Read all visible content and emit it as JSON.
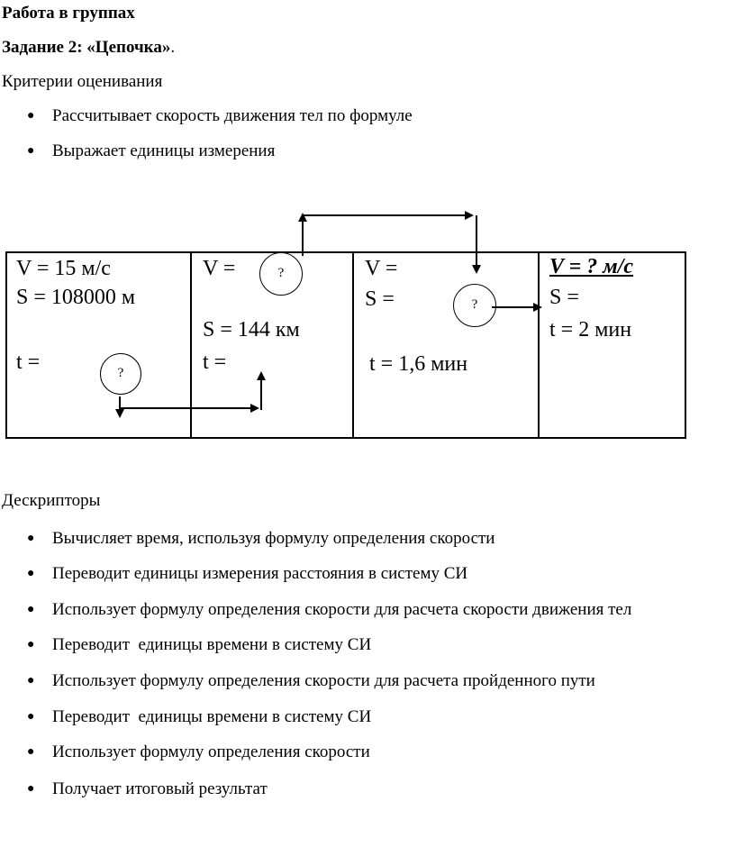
{
  "heading": "Работа в группах",
  "task": {
    "label": "Задание 2: «Цепочка»",
    "suffix": "."
  },
  "criteria": {
    "title": "Критерии оценивания",
    "items": [
      "Рассчитывает скорость движения тел по формуле",
      "Выражает единицы измерения"
    ]
  },
  "chain": {
    "cells": [
      {
        "v": "V = 15 м/с",
        "s": "S = 108000 м",
        "t": "t ="
      },
      {
        "v": "V =",
        "s": "S = 144 км",
        "t": "t ="
      },
      {
        "v": "V =",
        "s": "S =",
        "t": "t = 1,6 мин"
      },
      {
        "v": "V = ? м/с",
        "s": "S =",
        "t": "t = 2 мин"
      }
    ],
    "question_mark": "?"
  },
  "descriptors": {
    "title": "Дескрипторы",
    "items": [
      "Вычисляет время, используя формулу определения скорости",
      "Переводит единицы измерения расстояния в систему СИ",
      "Использует формулу определения скорости для расчета скорости движения тел",
      "Переводит  единицы времени в систему СИ",
      "Использует формулу определения скорости для расчета пройденного пути",
      "Переводит  единицы времени в систему СИ",
      "Использует формулу определения скорости",
      "Получает итоговый результат"
    ]
  },
  "bullet_glyph": "●"
}
